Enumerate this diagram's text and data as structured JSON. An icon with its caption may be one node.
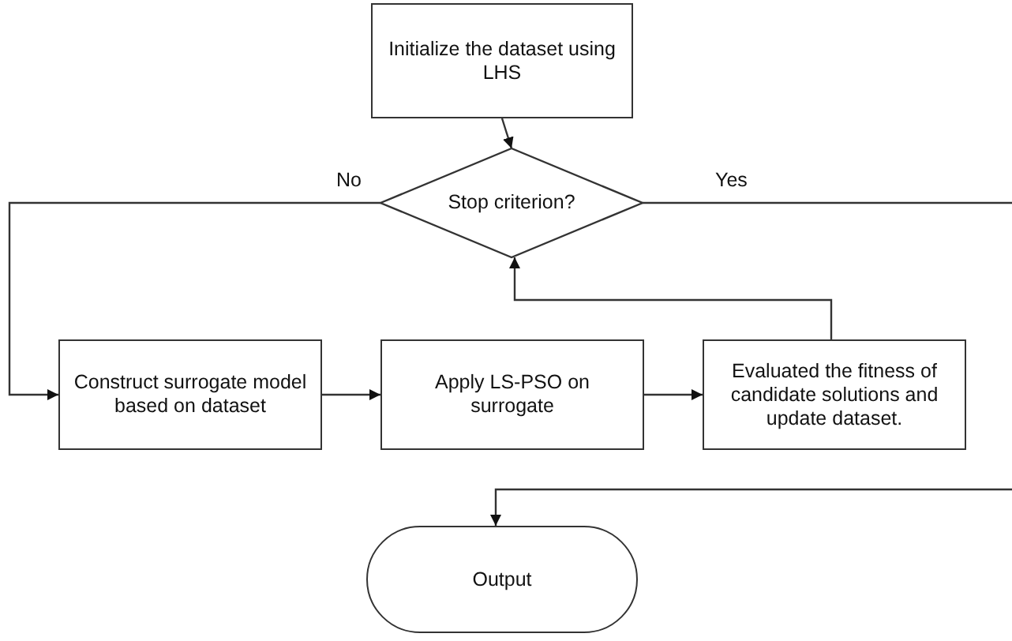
{
  "diagram": {
    "nodes": [
      {
        "text": [
          "Initialize the dataset using LHS"
        ]
      },
      {
        "text": [
          "Stop criterion?"
        ]
      },
      {
        "text": [
          "Construct surrogate model based on dataset"
        ]
      },
      {
        "text": [
          "Apply LS-PSO on surrogate"
        ]
      },
      {
        "text": [
          "Evaluated the fitness of candidate solutions and update dataset."
        ]
      },
      {
        "text": [
          "Output"
        ]
      }
    ],
    "edges": [
      {
        "from": 0,
        "to": 1,
        "arrow": "to"
      },
      {
        "from": 1,
        "to": 2,
        "arrow": "to",
        "label": "No"
      },
      {
        "from": 2,
        "to": 3,
        "arrow": "to"
      },
      {
        "from": 3,
        "to": 4,
        "arrow": "to"
      },
      {
        "from": 4,
        "to": 1,
        "arrow": "to"
      },
      {
        "from": 1,
        "to": 5,
        "arrow": "to",
        "label": "Yes"
      }
    ]
  }
}
